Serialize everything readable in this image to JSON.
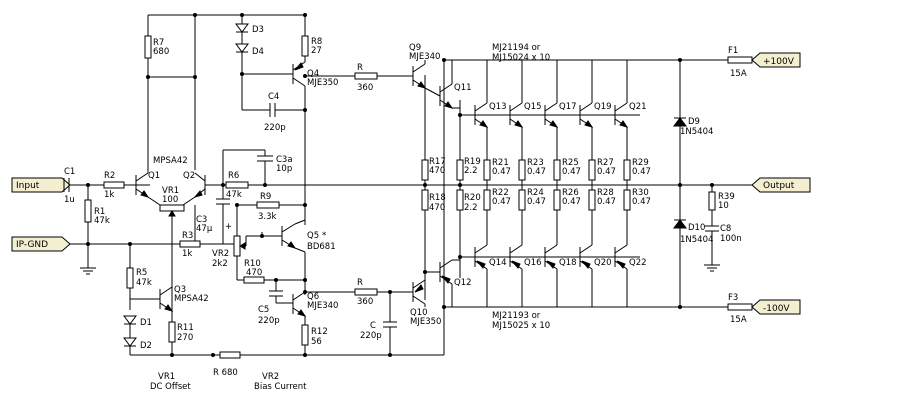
{
  "ports": {
    "input": "Input",
    "ip_gnd": "IP-GND",
    "output": "Output",
    "pos_rail": "+100V",
    "neg_rail": "-100V"
  },
  "fuses": {
    "f1": {
      "ref": "F1",
      "value": "15A"
    },
    "f3": {
      "ref": "F3",
      "value": "15A"
    }
  },
  "labels": {
    "c1": [
      "C1",
      "1u"
    ],
    "r1": [
      "R1",
      "47k"
    ],
    "r2": [
      "R2",
      "1k"
    ],
    "q1": "Q1",
    "q2": "Q2",
    "mpsa42_top": "MPSA42",
    "vr1": [
      "VR1",
      "100"
    ],
    "r3": [
      "R3",
      "1k"
    ],
    "c3": [
      "C3",
      "47µ"
    ],
    "r6": [
      "R6",
      "47k"
    ],
    "c3a": [
      "C3a",
      "10p"
    ],
    "r7": [
      "R7",
      "680"
    ],
    "d3": "D3",
    "d4": "D4",
    "r8": [
      "R8",
      "27"
    ],
    "q4": [
      "Q4",
      "MJE350"
    ],
    "c4": [
      "C4",
      "220p"
    ],
    "r_top": [
      "R",
      "360"
    ],
    "q9": [
      "Q9",
      "MJE340"
    ],
    "q11": "Q11",
    "r9": [
      "R9",
      "3.3k"
    ],
    "q5": [
      "Q5",
      "BD681"
    ],
    "star": "*",
    "vr2": [
      "VR2",
      "2k2"
    ],
    "r10": [
      "R10",
      "470"
    ],
    "c5": [
      "C5",
      "220p"
    ],
    "q6": [
      "Q6",
      "MJE340"
    ],
    "r12": [
      "R12",
      "56"
    ],
    "r_bot": [
      "R",
      "360"
    ],
    "c_bot": [
      "C",
      "220p"
    ],
    "q10": [
      "Q10",
      "MJE350"
    ],
    "q12": "Q12",
    "r5": [
      "R5",
      "47k"
    ],
    "q3": [
      "Q3",
      "MPSA42"
    ],
    "r11": [
      "R11",
      "270"
    ],
    "d1": "D1",
    "d2": "D2",
    "r680": "R 680",
    "vr1_note": [
      "VR1",
      "DC Offset"
    ],
    "vr2_note": [
      "VR2",
      "Bias Current"
    ],
    "r17": [
      "R17",
      "470"
    ],
    "r18": [
      "R18",
      "470"
    ],
    "r19": [
      "R19",
      "2.2"
    ],
    "r20": [
      "R20",
      "2.2"
    ],
    "top_outputs": [
      "Q13",
      "Q15",
      "Q17",
      "Q19",
      "Q21"
    ],
    "bottom_outputs": [
      "Q14",
      "Q16",
      "Q18",
      "Q20",
      "Q22"
    ],
    "top_emitter_res": [
      "R21",
      "R23",
      "R25",
      "R27",
      "R29"
    ],
    "bottom_emitter_res": [
      "R22",
      "R24",
      "R26",
      "R28",
      "R30"
    ],
    "emitter_value": "0.47",
    "top_note": [
      "MJ21194 or",
      "MJ15024 x 10"
    ],
    "bottom_note": [
      "MJ21193 or",
      "MJ15025 x 10"
    ],
    "d9": [
      "D9",
      "1N5404"
    ],
    "d10": [
      "D10",
      "1N5404"
    ],
    "r39": [
      "R39",
      "10"
    ],
    "c8": [
      "C8",
      "100n"
    ]
  }
}
